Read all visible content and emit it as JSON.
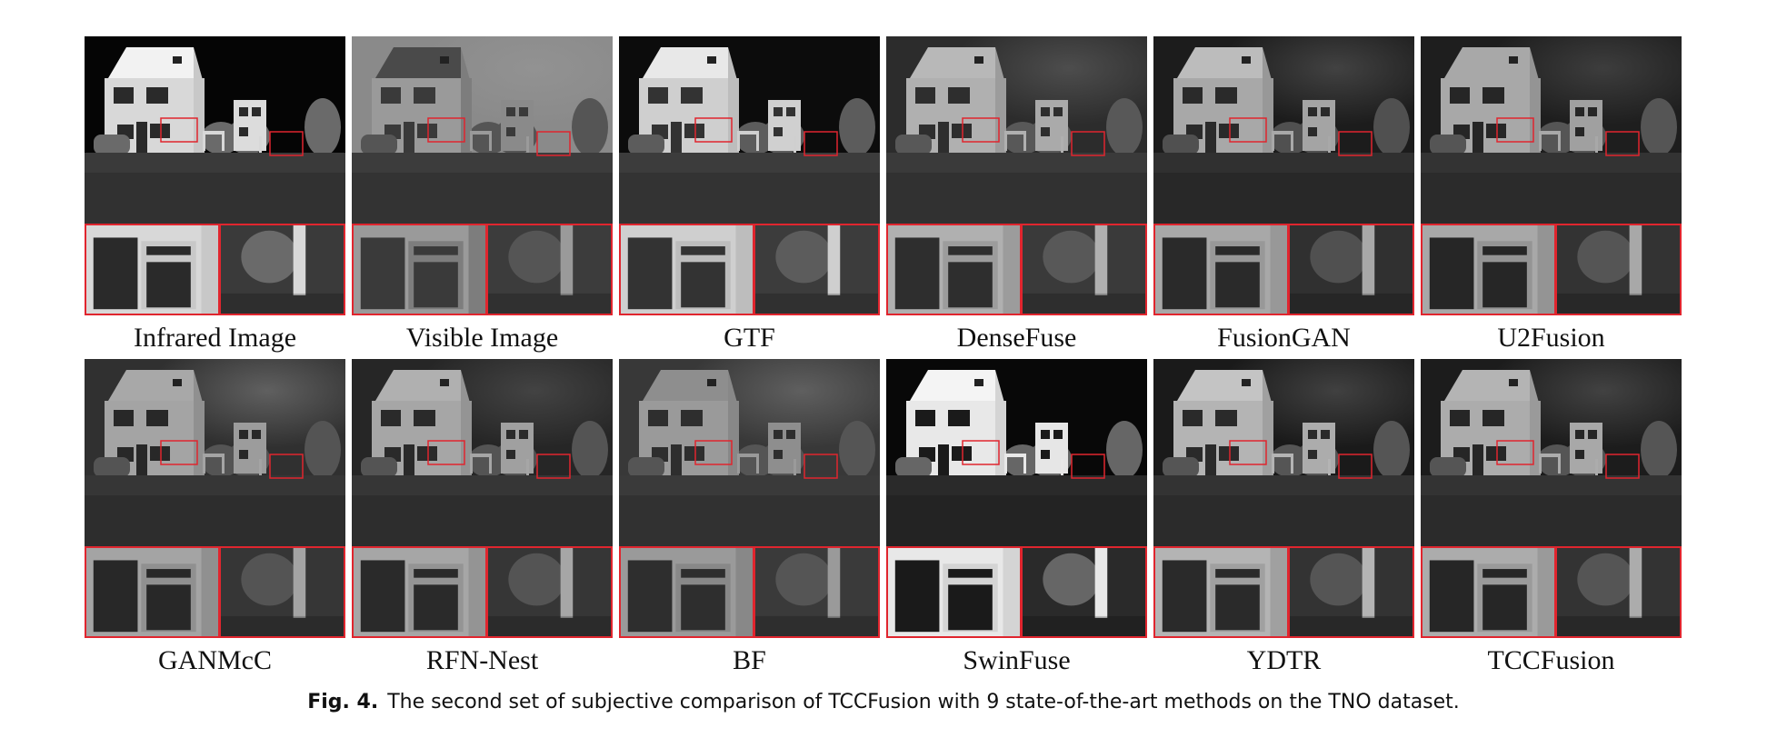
{
  "figure": {
    "rows": [
      {
        "cells": [
          {
            "label": "Infrared Image",
            "tone": "ir"
          },
          {
            "label": "Visible Image",
            "tone": "vis"
          },
          {
            "label": "GTF",
            "tone": "gtf"
          },
          {
            "label": "DenseFuse",
            "tone": "dense"
          },
          {
            "label": "FusionGAN",
            "tone": "fgan"
          },
          {
            "label": "U2Fusion",
            "tone": "u2"
          }
        ]
      },
      {
        "cells": [
          {
            "label": "GANMcC",
            "tone": "ganmcc"
          },
          {
            "label": "RFN-Nest",
            "tone": "rfn"
          },
          {
            "label": "BF",
            "tone": "bf"
          },
          {
            "label": "SwinFuse",
            "tone": "swin"
          },
          {
            "label": "YDTR",
            "tone": "ydtr"
          },
          {
            "label": "TCCFusion",
            "tone": "tcc"
          }
        ]
      }
    ],
    "highlight_color": "#e0252e"
  },
  "caption": {
    "number": "Fig. 4.",
    "text": "The second set of subjective comparison of TCCFusion with 9 state-of-the-art methods on the TNO dataset."
  }
}
